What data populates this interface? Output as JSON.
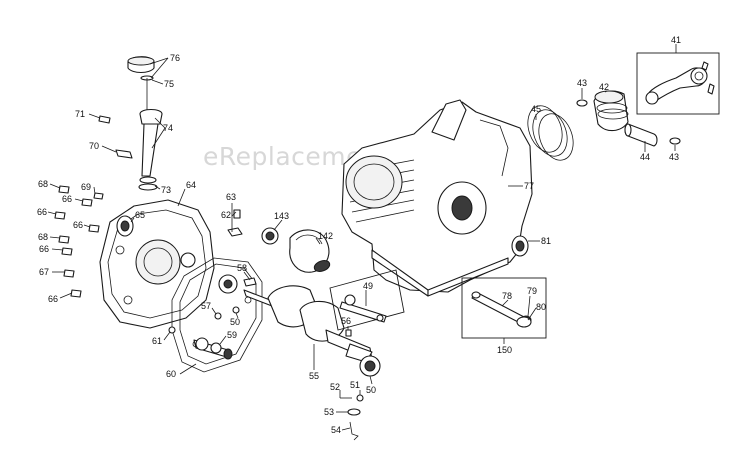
{
  "watermark": "eReplacementParts.com",
  "callouts": {
    "c41": "41",
    "c42": "42",
    "c43a": "43",
    "c43b": "43",
    "c44": "44",
    "c45": "45",
    "c76": "76",
    "c75": "75",
    "c74": "74",
    "c73": "73",
    "c71": "71",
    "c70": "70",
    "c69": "69",
    "c68a": "68",
    "c68b": "68",
    "c66a": "66",
    "c66b": "66",
    "c66c": "66",
    "c66d": "66",
    "c66e": "66",
    "c67": "67",
    "c65": "65",
    "c64": "64",
    "c63": "63",
    "c62": "62",
    "c143": "143",
    "c142": "142",
    "c77": "77",
    "c81": "81",
    "c58": "58",
    "c57": "57",
    "c50a": "50",
    "c59": "59",
    "c61": "61",
    "c60": "60",
    "c55": "55",
    "c49": "49",
    "c56": "56",
    "c52": "52",
    "c51": "51",
    "c50b": "50",
    "c53": "53",
    "c54": "54",
    "c78": "78",
    "c79": "79",
    "c80": "80",
    "c150": "150"
  }
}
